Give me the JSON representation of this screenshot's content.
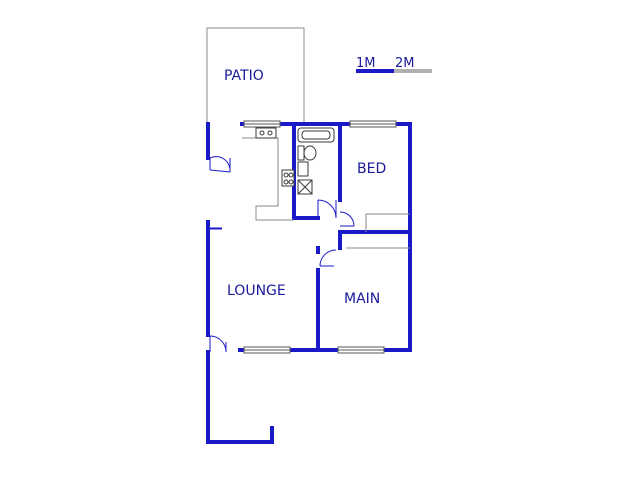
{
  "rooms": {
    "patio": "PATIO",
    "bed": "BED",
    "lounge": "LOUNGE",
    "main": "MAIN"
  },
  "scale": {
    "label_1": "1M",
    "label_2": "2M"
  },
  "colors": {
    "wall": "#1a1ac8",
    "text": "#1a1a9a",
    "scale_grey": "#b0b0b0"
  }
}
